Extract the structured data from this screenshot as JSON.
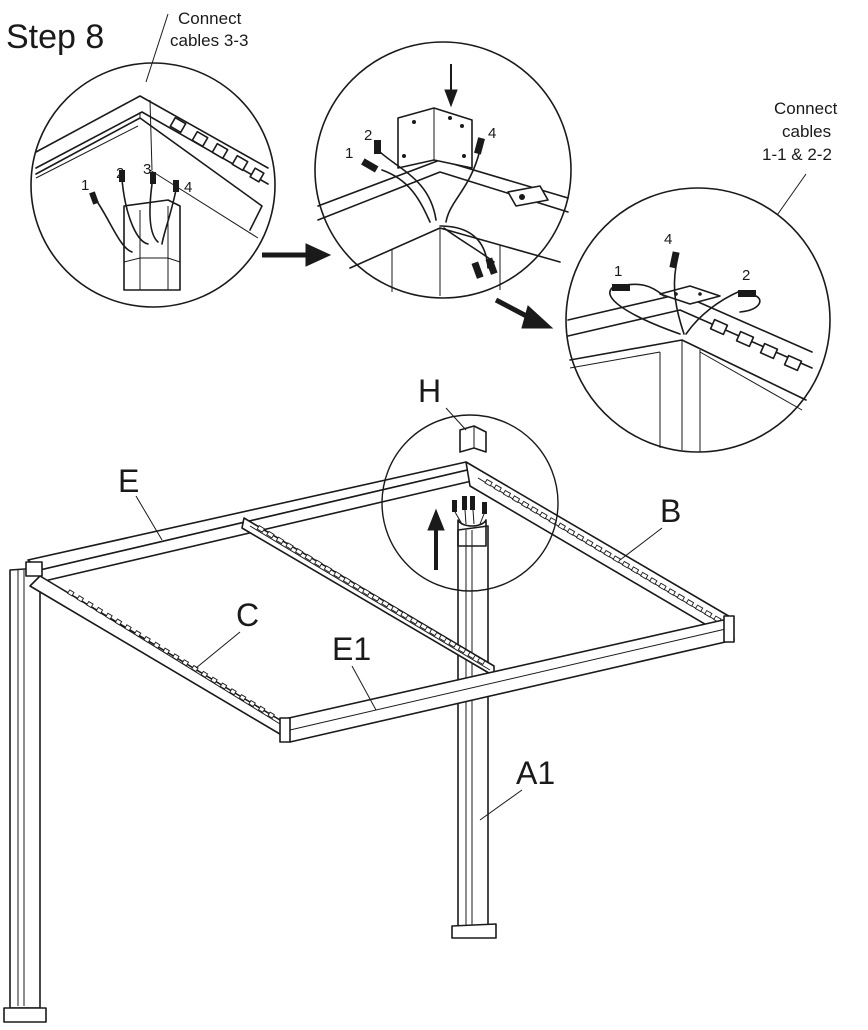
{
  "title": "Step 8",
  "notes": {
    "connect_3_3_line1": "Connect",
    "connect_3_3_line2": "cables 3-3",
    "connect_1_2_line1": "Connect",
    "connect_1_2_line2": "cables",
    "connect_1_2_line3": "1-1 & 2-2"
  },
  "detail1_cables": [
    "1",
    "2",
    "3",
    "4"
  ],
  "detail2_cables": [
    "1",
    "2",
    "4"
  ],
  "detail3_cables": [
    "1",
    "4",
    "2"
  ],
  "parts": {
    "E": "E",
    "H": "H",
    "B": "B",
    "C": "C",
    "E1": "E1",
    "A1": "A1"
  }
}
